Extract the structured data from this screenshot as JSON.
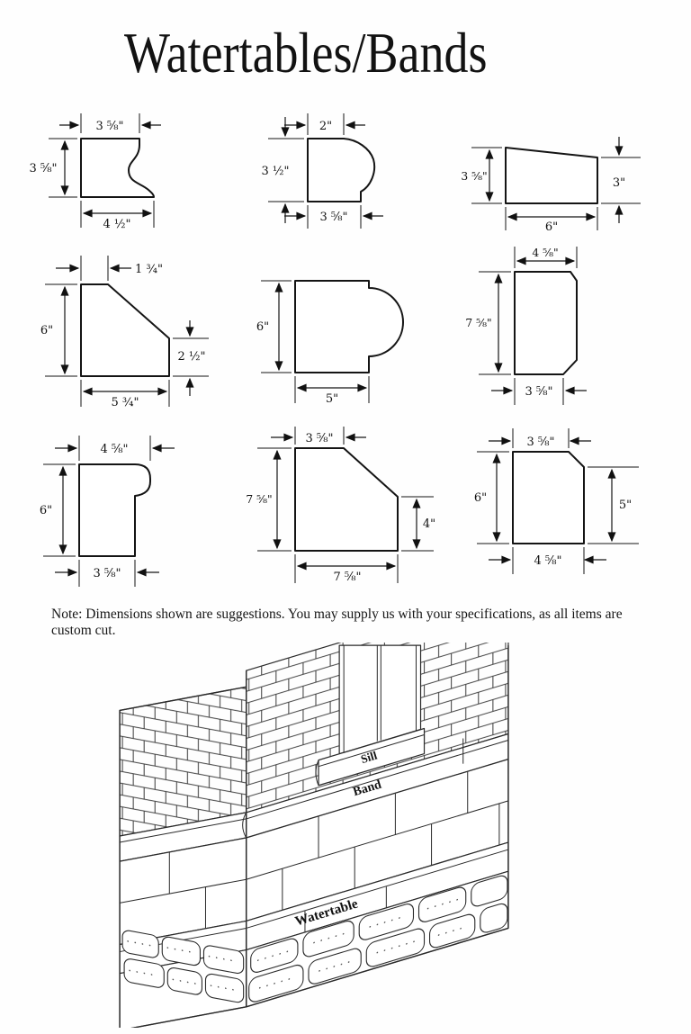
{
  "page": {
    "title": "Watertables/Bands",
    "note": "Note: Dimensions shown are suggestions. You may supply us with your specifications, as all items are custom cut."
  },
  "profiles": [
    {
      "dims": {
        "top": "3 ⅝\"",
        "left": "3 ⅝\"",
        "bottom": "4 ½\""
      }
    },
    {
      "dims": {
        "top": "2\"",
        "left": "3 ½\"",
        "bottom": "3 ⅝\""
      }
    },
    {
      "dims": {
        "left": "3 ⅝\"",
        "right": "3\"",
        "bottom": "6\""
      }
    },
    {
      "dims": {
        "top": "1 ¾\"",
        "left": "6\"",
        "right": "2 ½\"",
        "bottom": "5 ¾\""
      }
    },
    {
      "dims": {
        "left": "6\"",
        "bottom": "5\""
      }
    },
    {
      "dims": {
        "top": "4 ⅝\"",
        "left": "7 ⅝\"",
        "bottom": "3 ⅝\""
      }
    },
    {
      "dims": {
        "top": "4 ⅝\"",
        "left": "6\"",
        "bottom": "3 ⅝\""
      }
    },
    {
      "dims": {
        "top": "3 ⅝\"",
        "left": "7 ⅝\"",
        "right": "4\"",
        "bottom": "7 ⅝\""
      }
    },
    {
      "dims": {
        "top": "3 ⅝\"",
        "left": "6\"",
        "right": "5\"",
        "bottom": "4 ⅝\""
      }
    }
  ],
  "illustration": {
    "labels": {
      "sill": "Sill",
      "band": "Band",
      "watertable": "Watertable"
    }
  }
}
